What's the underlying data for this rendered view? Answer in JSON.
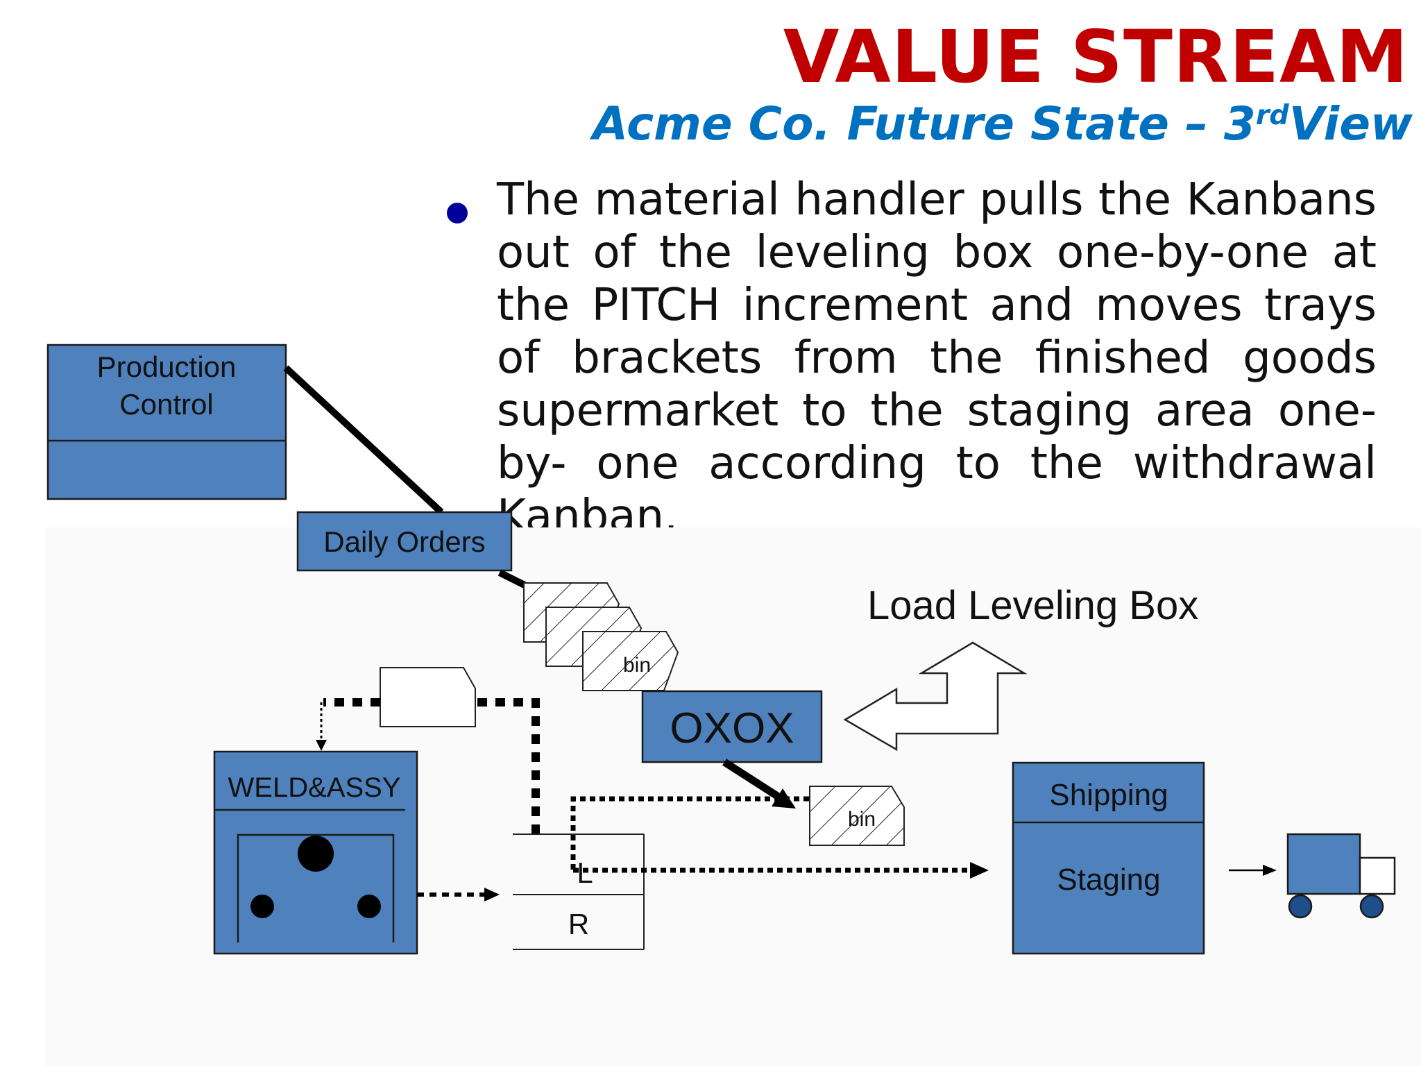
{
  "header": {
    "title": "VALUE STREAM",
    "subtitle_main": "Acme Co. Future State – 3",
    "subtitle_sup": "rd",
    "subtitle_end": "View"
  },
  "body_text": "The material handler pulls the Kanbans out of the leveling box one-by-one at the PITCH increment and moves trays of brackets from the finished goods supermarket to the staging area one-by- one according to the withdrawal Kanban.",
  "diagram": {
    "production_control_line1": "Production",
    "production_control_line2": "Control",
    "daily_orders": "Daily Orders",
    "bin_label": "bin",
    "load_leveling_label": "Load Leveling Box",
    "load_leveling_box": "OXOX",
    "weld_assy": "WELD&ASSY",
    "supermarket_l": "L",
    "supermarket_r": "R",
    "shipping": "Shipping",
    "staging": "Staging"
  },
  "colors": {
    "title": "#c00000",
    "subtitle": "#0070c0",
    "process_box": "#4f81bd",
    "bullet": "#000099"
  }
}
